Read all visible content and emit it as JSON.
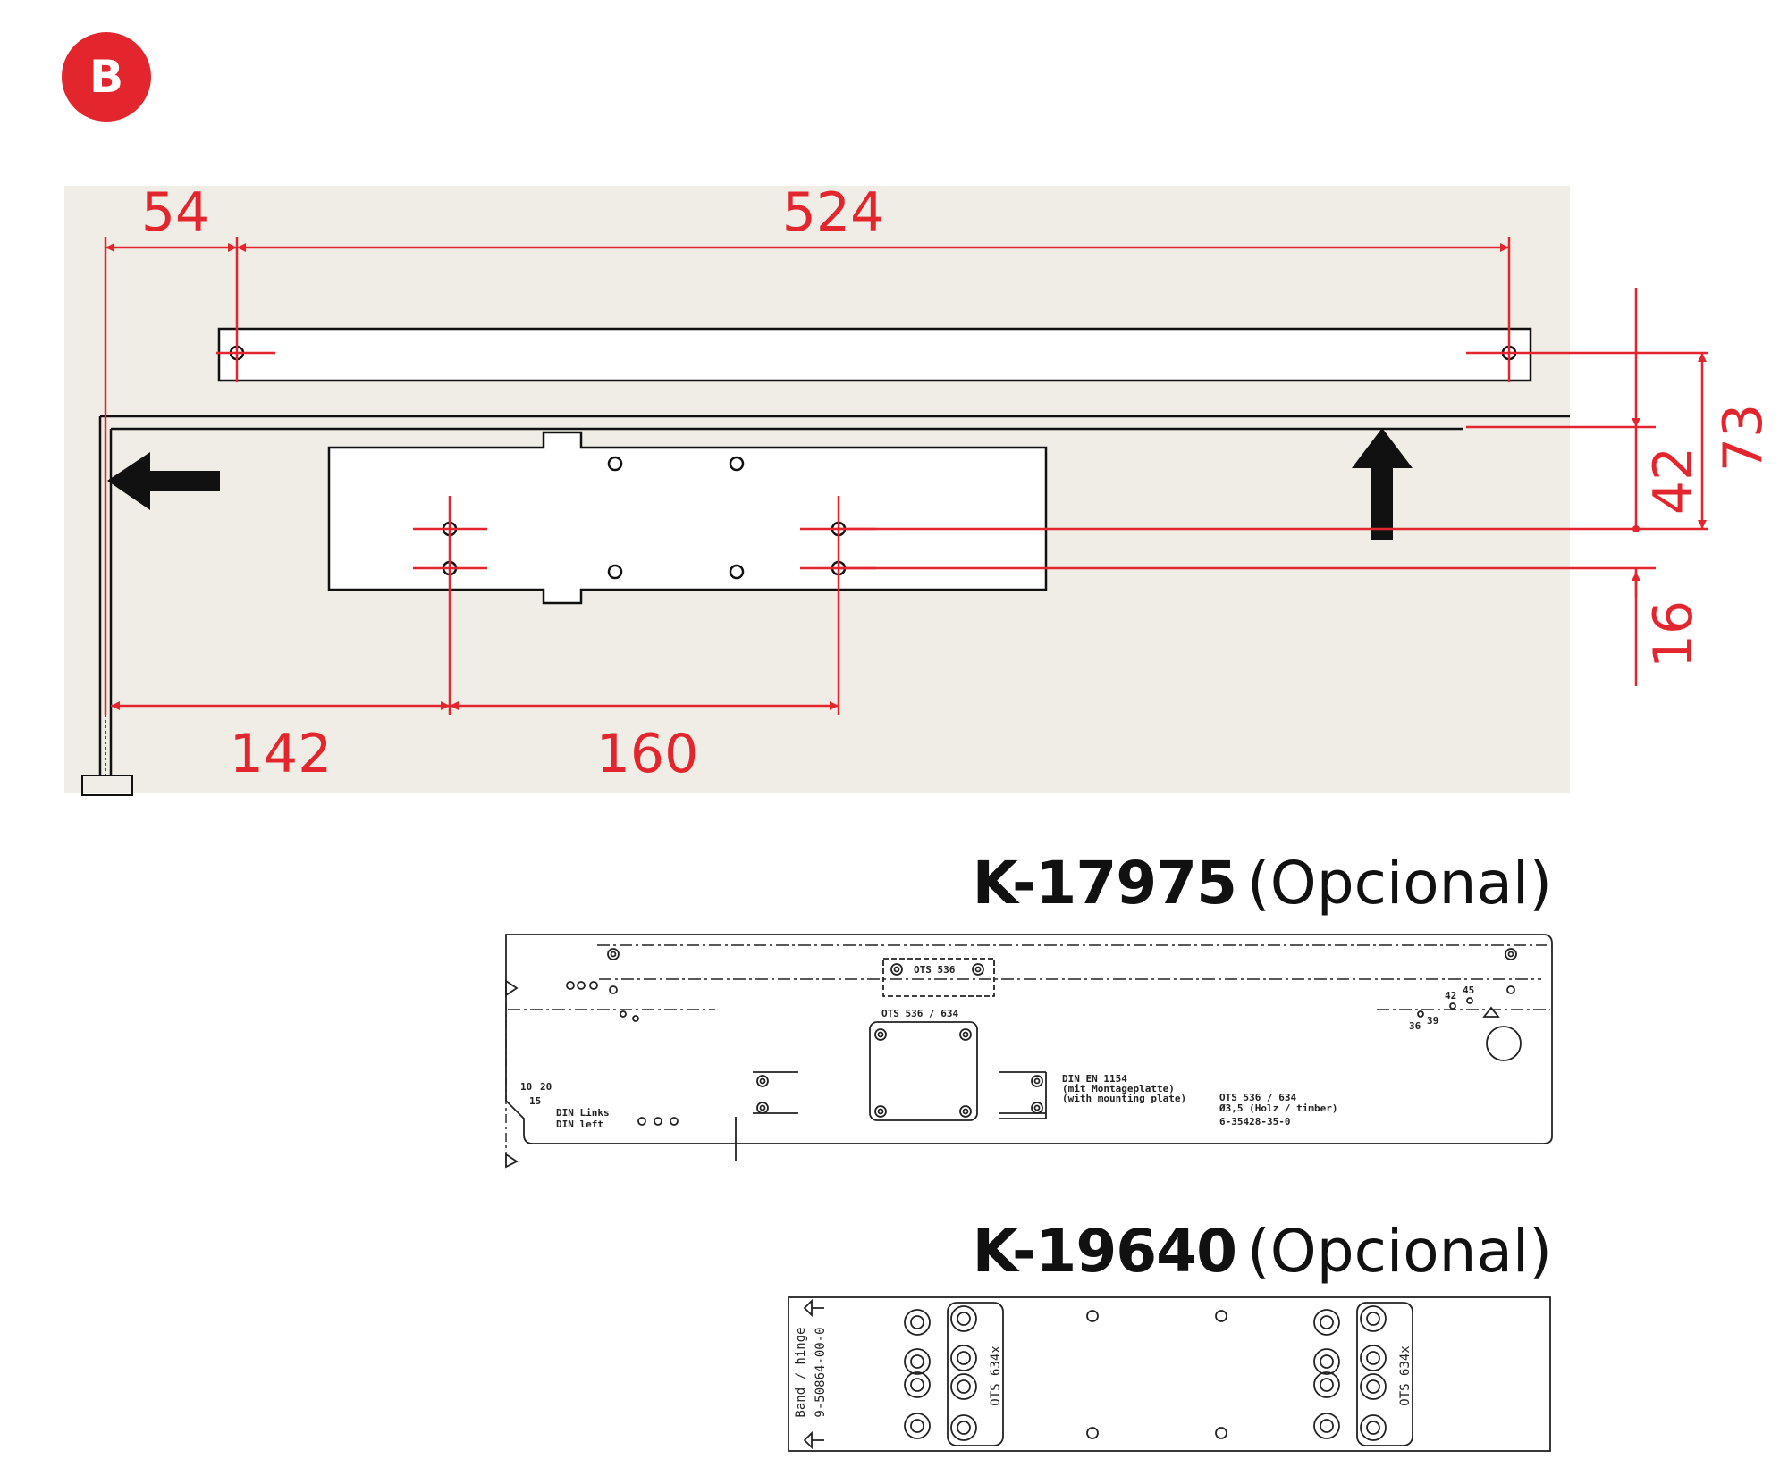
{
  "badge": {
    "label": "B",
    "color": "#e3262e"
  },
  "colors": {
    "dimension": "#e3262e",
    "background": "#f0ede6",
    "line": "#111111"
  },
  "dimensions": {
    "d54": "54",
    "d524": "524",
    "d142": "142",
    "d160": "160",
    "d42": "42",
    "d73": "73",
    "d16": "16"
  },
  "accessories": [
    {
      "code": "K-17975",
      "note": "(Opcional)"
    },
    {
      "code": "K-19640",
      "note": "(Opcional)"
    }
  ],
  "plate1": {
    "label_ots536": "OTS 536",
    "label_ots536_634": "OTS 536 / 634",
    "din_line1": "DIN EN 1154",
    "din_line2": "(mit Montageplatte)",
    "din_line3": "(with mounting plate)",
    "ots_line1": "OTS 536 / 634",
    "ots_line2": "Ø3,5 (Holz / timber)",
    "ots_line3": "6-35428-35-0",
    "din_links": "DIN Links",
    "din_left": "DIN left",
    "n36": "36",
    "n39": "39",
    "n42": "42",
    "n45": "45",
    "n10": "10",
    "n20": "20",
    "n15": "15"
  },
  "plate2": {
    "side_line1": "Band / hinge",
    "side_line2": "9-50864-00-0",
    "ots_left": "OTS 634x",
    "ots_right": "OTS 634x"
  }
}
